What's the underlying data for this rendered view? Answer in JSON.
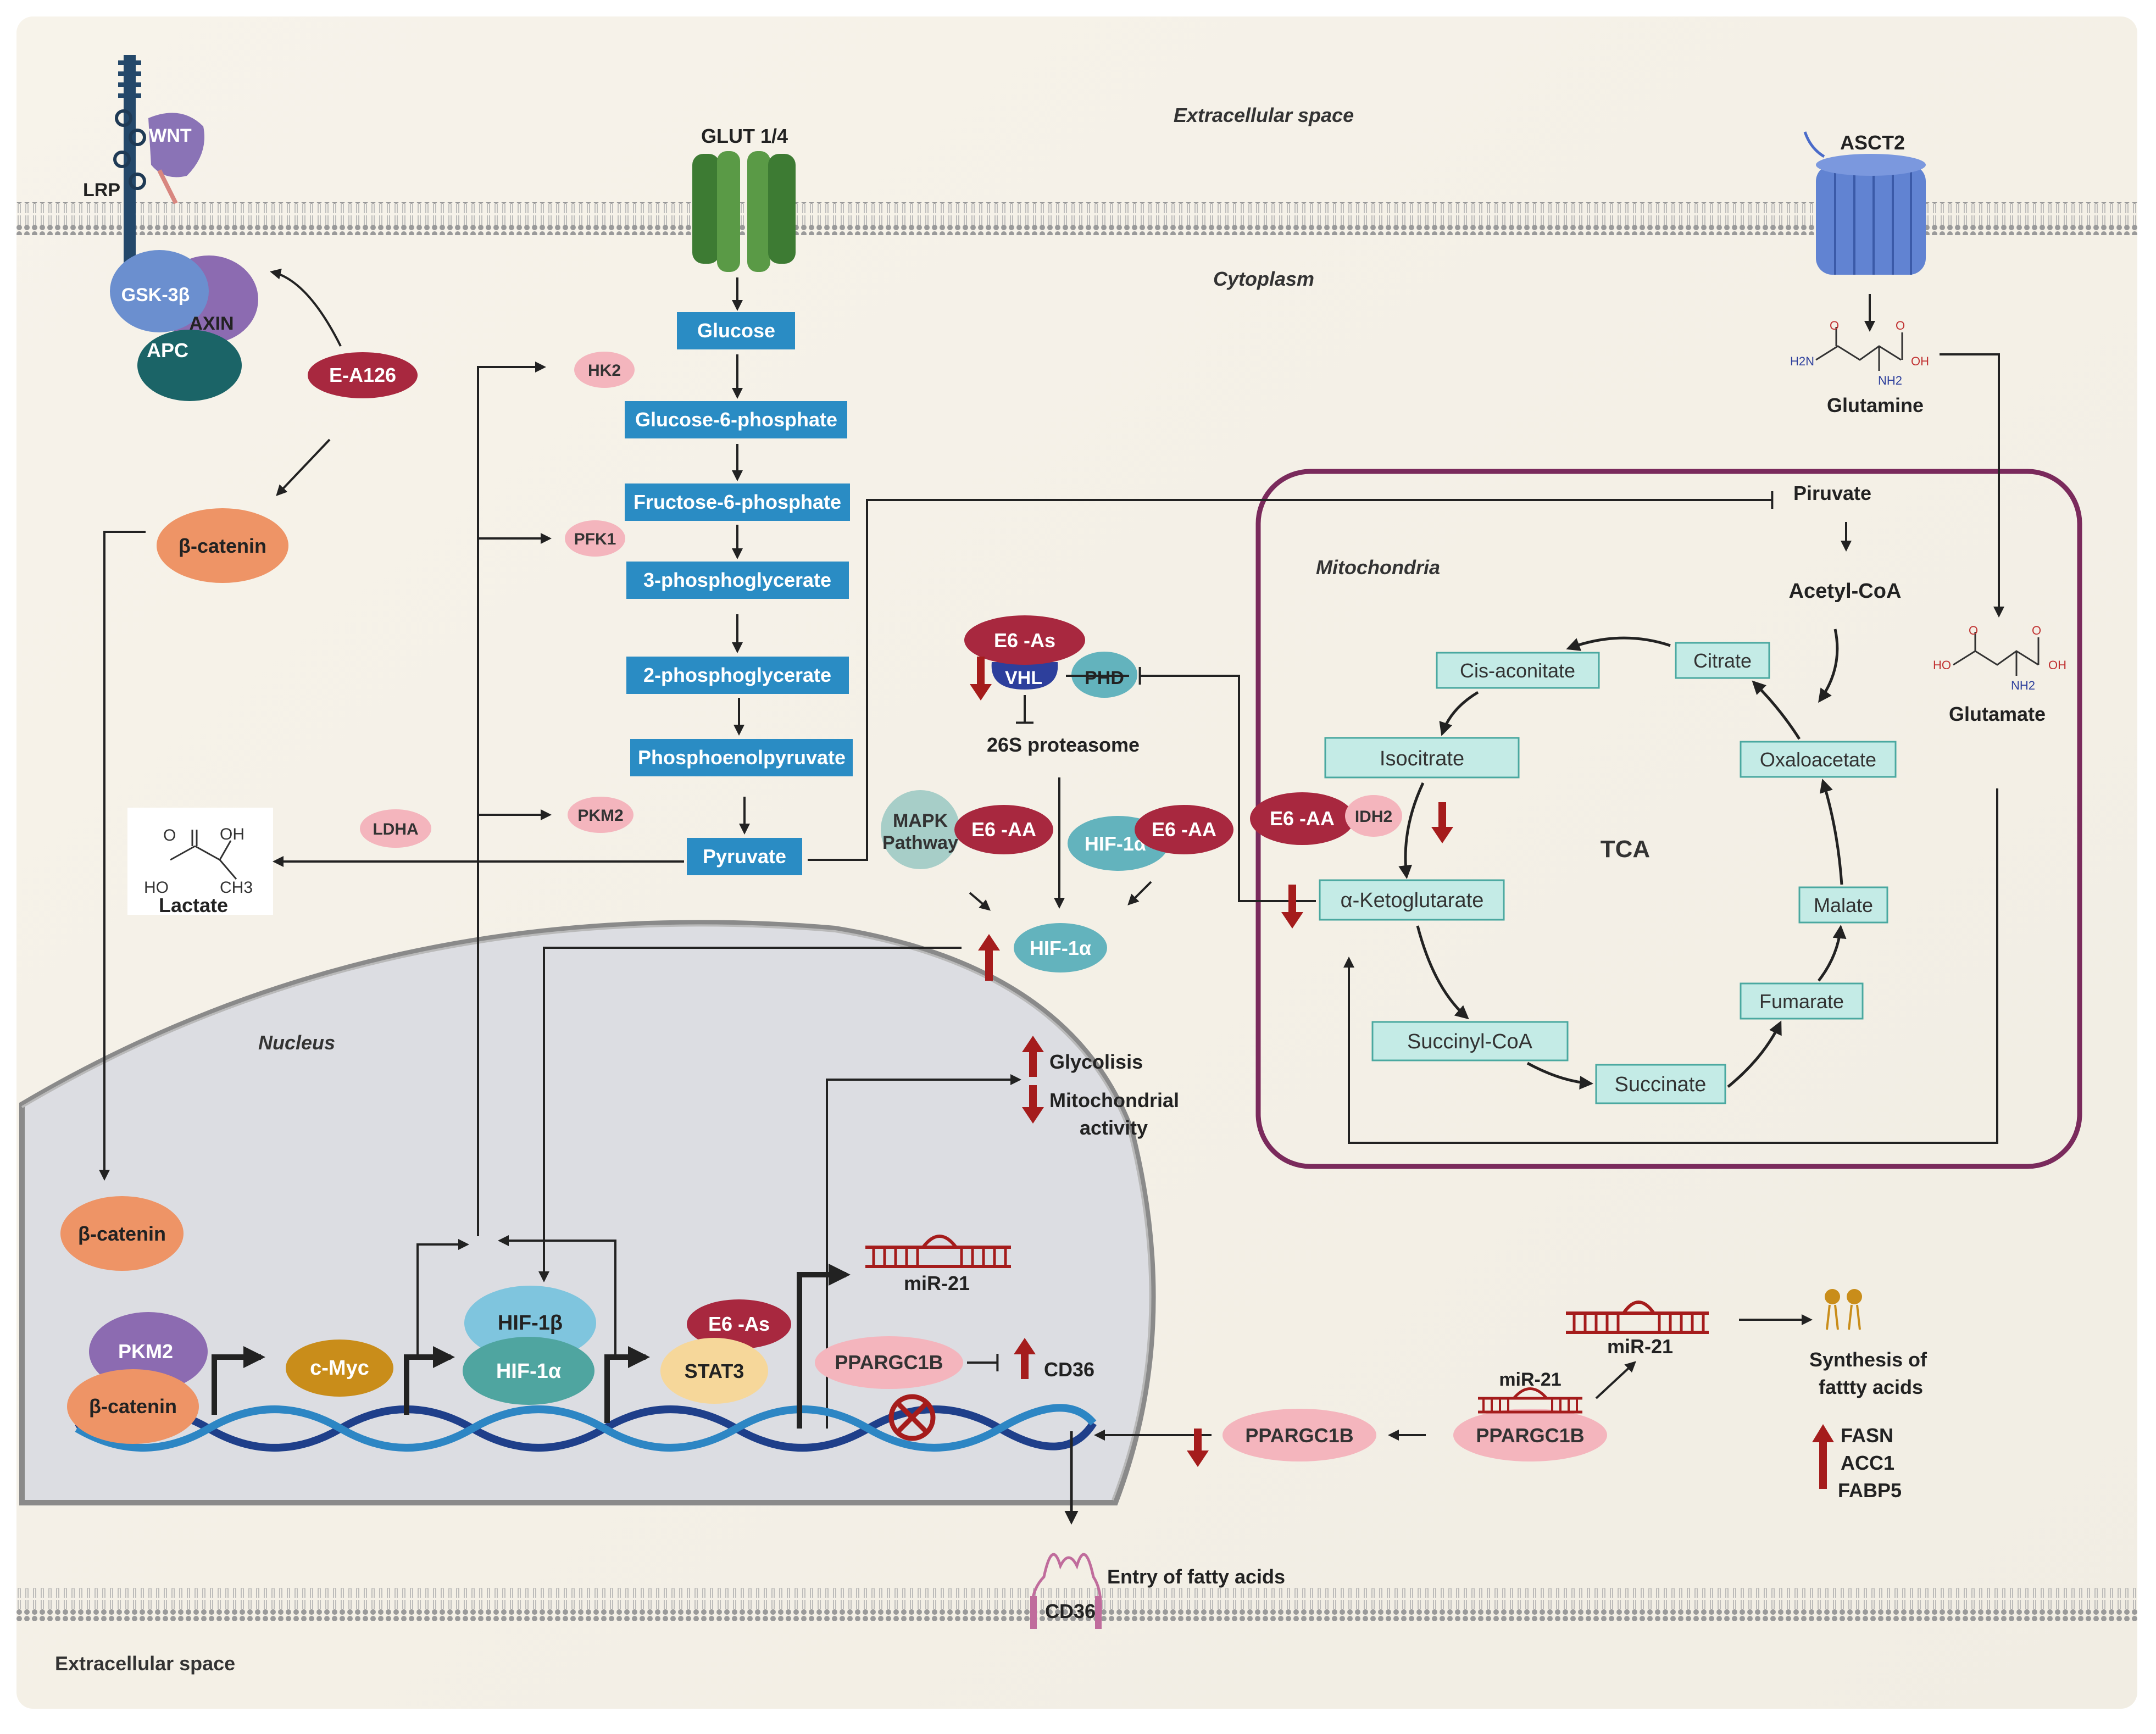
{
  "regions": {
    "extracellular_top": "Extracellular space",
    "cytoplasm": "Cytoplasm",
    "extracellular_bottom": "Extracellular space",
    "nucleus": "Nucleus",
    "mitochondria": "Mitochondria"
  },
  "receptors": {
    "wnt": "WNT",
    "lrp": "LRP",
    "glut": "GLUT 1/4",
    "asct2": "ASCT2",
    "cd36": "CD36",
    "fatty_acid_entry": "Entry of fatty acids"
  },
  "wnt_pathway": {
    "gsk3b": "GSK-3β",
    "axin": "AXIN",
    "apc": "APC",
    "ea126": "E-A126",
    "beta_catenin_cyto": "β-catenin",
    "beta_catenin_nucleus": "β-catenin"
  },
  "glycolysis": {
    "steps": [
      "Glucose",
      "Glucose-6-phosphate",
      "Fructose-6-phosphate",
      "3-phosphoglycerate",
      "2-phosphoglycerate",
      "Phosphoenolpyruvate",
      "Pyruvate"
    ],
    "enzymes": [
      "HK2",
      "PFK1",
      "PKM2",
      "LDHA"
    ],
    "lactate": "Lactate",
    "lactate_struct": [
      "O",
      "OH",
      "HO",
      "CH3"
    ]
  },
  "hif": {
    "e6as": "E6 -As",
    "vhl": "VHL",
    "phd": "PHD",
    "proteasome": "26S proteasome",
    "mapk": "MAPK Pathway",
    "e6aa_1": "E6 -AA",
    "hif1a_1": "HIF-1α",
    "e6aa_2": "E6 -AA",
    "hif1a_cyto": "HIF-1α",
    "e6aa_3": "E6 -AA",
    "idh2": "IDH2"
  },
  "effects": {
    "glycolysis": "Glycolisis",
    "mito_activity": "Mitochondrial activity"
  },
  "mitochondria": {
    "pyruvate": "Piruvate",
    "acetylcoa": "Acetyl-CoA",
    "tca": "TCA",
    "cycle": [
      "Citrate",
      "Cis-aconitate",
      "Isocitrate",
      "α-Ketoglutarate",
      "Succinyl-CoA",
      "Succinate",
      "Fumarate",
      "Malate",
      "Oxaloacetate"
    ],
    "glutamine": "Glutamine",
    "glutamate": "Glutamate",
    "glutamine_struct": [
      "O",
      "O",
      "H2N",
      "OH",
      "NH2"
    ],
    "glutamate_struct": [
      "O",
      "O",
      "HO",
      "OH",
      "NH2"
    ]
  },
  "nucleus": {
    "pkm2": "PKM2",
    "beta_catenin": "β-catenin",
    "cmyc": "c-Myc",
    "hif1b": "HIF-1β",
    "hif1a": "HIF-1α",
    "e6as": "E6 -As",
    "stat3": "STAT3",
    "mir21": "miR-21",
    "ppargc1b": "PPARGC1B",
    "cd36": "CD36"
  },
  "lipid": {
    "ppargc1b_1": "PPARGC1B",
    "ppargc1b_2": "PPARGC1B",
    "mir21_small": "miR-21",
    "mir21_big": "miR-21",
    "synthesis": "Synthesis of fattty acids",
    "genes": [
      "FASN",
      "ACC1",
      "FABP5"
    ]
  },
  "colors": {
    "background": "#f5f1e6",
    "nucleus": "#dcdde2",
    "glycolysis_box": "#2a8cc4",
    "tca_box": "#c4ebe6",
    "tca_border": "#4aa8a0",
    "mito_border": "#7a2a5c",
    "e6": "#a8283f",
    "pink_enzyme": "#f4b5bd",
    "beta_catenin": "#ee9466",
    "cmyc": "#c98d1a",
    "hif": "#63b3bd",
    "stat3": "#f6d79a",
    "arrow_red": "#a51c1c"
  }
}
